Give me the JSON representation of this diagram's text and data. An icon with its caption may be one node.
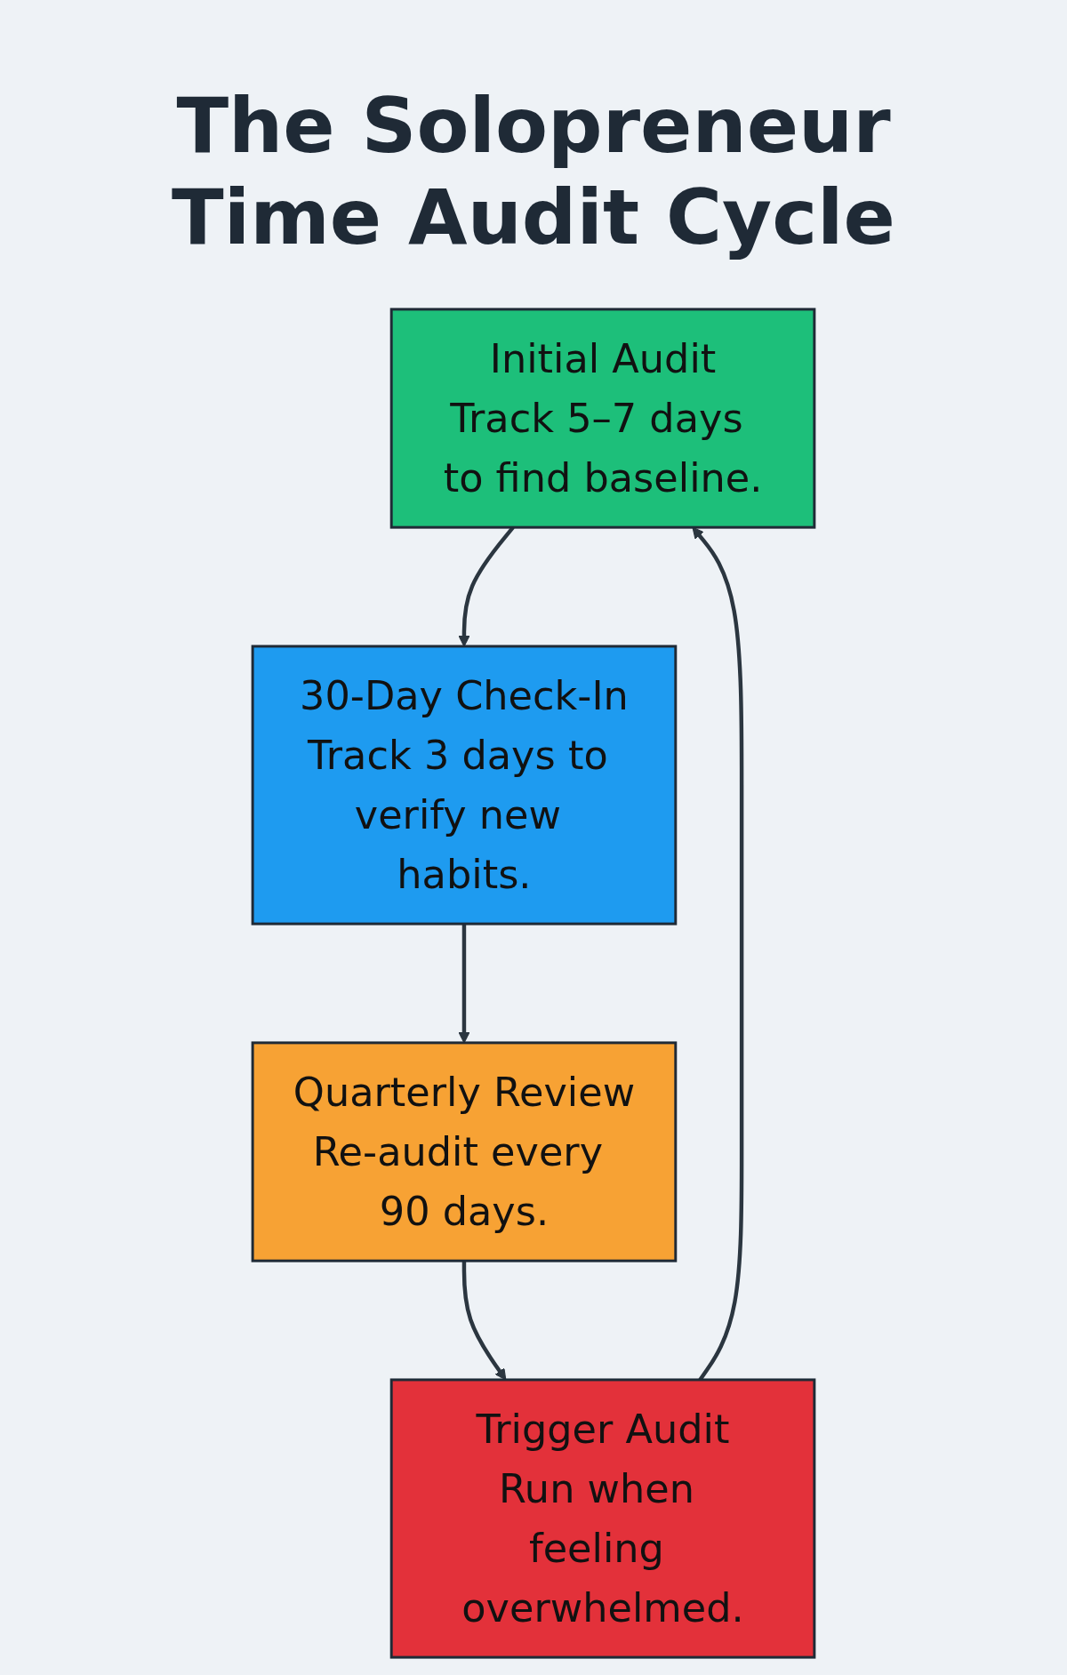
{
  "diagram": {
    "title": "The Solopreneur Time Audit Cycle",
    "nodes": [
      {
        "text": [
          "Initial Audit",
          "Track 5–7 days to find baseline."
        ]
      },
      {
        "text": [
          "30-Day Check-In",
          "Track 3 days to verify new habits."
        ]
      },
      {
        "text": [
          "Quarterly Review",
          "Re-audit every 90 days."
        ]
      },
      {
        "text": [
          "Trigger Audit",
          "Run when feeling overwhelmed."
        ]
      }
    ],
    "edges": [
      {
        "from": 0,
        "to": 1,
        "arrow": "to"
      },
      {
        "from": 1,
        "to": 2,
        "arrow": "to"
      },
      {
        "from": 2,
        "to": 3,
        "arrow": "to"
      },
      {
        "from": 3,
        "to": 0,
        "arrow": "to"
      }
    ]
  }
}
